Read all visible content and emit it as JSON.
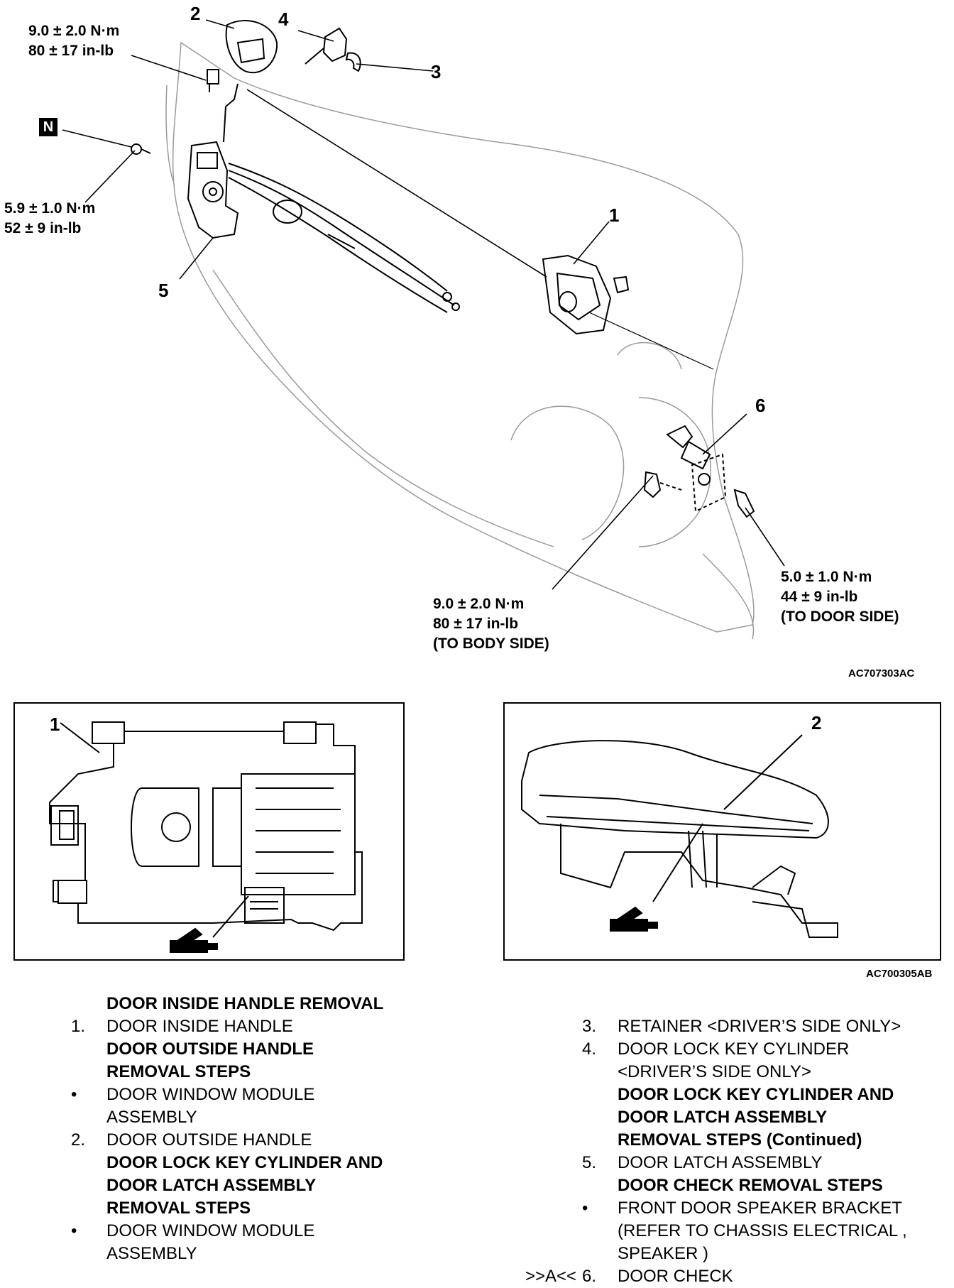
{
  "callouts": {
    "c1": "1",
    "c2": "2",
    "c3": "3",
    "c4": "4",
    "c5": "5",
    "c6": "6",
    "n_badge": "N"
  },
  "torques": {
    "t_top_line1": "9.0 ± 2.0 N·m",
    "t_top_line2": "80 ± 17 in-lb",
    "t_mid_line1": "5.9 ± 1.0 N·m",
    "t_mid_line2": "52 ± 9 in-lb",
    "t_body_line1": "9.0 ± 2.0 N·m",
    "t_body_line2": "80 ± 17 in-lb",
    "t_body_line3": "(TO BODY SIDE)",
    "t_door_line1": "5.0 ± 1.0 N·m",
    "t_door_line2": "44 ± 9 in-lb",
    "t_door_line3": "(TO DOOR SIDE)"
  },
  "codes": {
    "main_figure": "AC707303AC",
    "detail_figure": "AC700305AB"
  },
  "detail_callouts": {
    "left": "1",
    "right": "2"
  },
  "legend_left": [
    {
      "num": "",
      "text": "DOOR INSIDE HANDLE REMOVAL",
      "bold": true
    },
    {
      "num": "1.",
      "text": "DOOR INSIDE HANDLE",
      "bold": false
    },
    {
      "num": "",
      "text": "DOOR OUTSIDE HANDLE",
      "bold": true
    },
    {
      "num": "",
      "text": "REMOVAL STEPS",
      "bold": true
    },
    {
      "num": "•",
      "text": "DOOR WINDOW MODULE",
      "bold": false
    },
    {
      "num": "",
      "text": "ASSEMBLY",
      "bold": false
    },
    {
      "num": "2.",
      "text": "DOOR OUTSIDE HANDLE",
      "bold": false
    },
    {
      "num": "",
      "text": "DOOR LOCK KEY CYLINDER AND",
      "bold": true
    },
    {
      "num": "",
      "text": "DOOR LATCH ASSEMBLY",
      "bold": true
    },
    {
      "num": "",
      "text": "REMOVAL STEPS",
      "bold": true
    },
    {
      "num": "•",
      "text": "DOOR WINDOW MODULE",
      "bold": false
    },
    {
      "num": "",
      "text": "ASSEMBLY",
      "bold": false
    }
  ],
  "legend_right": [
    {
      "pre": "",
      "num": "3.",
      "text": "RETAINER <DRIVER’S SIDE ONLY>",
      "bold": false
    },
    {
      "pre": "",
      "num": "4.",
      "text": "DOOR LOCK KEY CYLINDER",
      "bold": false
    },
    {
      "pre": "",
      "num": "",
      "text": "<DRIVER’S SIDE ONLY>",
      "bold": false
    },
    {
      "pre": "",
      "num": "",
      "text": "DOOR LOCK KEY CYLINDER AND",
      "bold": true
    },
    {
      "pre": "",
      "num": "",
      "text": "DOOR LATCH ASSEMBLY",
      "bold": true
    },
    {
      "pre": "",
      "num": "",
      "text": "REMOVAL STEPS  (Continued)",
      "bold": true
    },
    {
      "pre": "",
      "num": "5.",
      "text": "DOOR LATCH ASSEMBLY",
      "bold": false
    },
    {
      "pre": "",
      "num": "",
      "text": "DOOR CHECK REMOVAL STEPS",
      "bold": true
    },
    {
      "pre": "",
      "num": "•",
      "text": "FRONT DOOR SPEAKER BRACKET",
      "bold": false
    },
    {
      "pre": "",
      "num": "",
      "text": "(REFER TO  CHASSIS ELECTRICAL ,",
      "bold": false
    },
    {
      "pre": "",
      "num": "",
      "text": "SPEAKER )",
      "bold": false
    },
    {
      "pre": ">>A<<",
      "num": "6.",
      "text": "DOOR CHECK",
      "bold": false
    }
  ]
}
